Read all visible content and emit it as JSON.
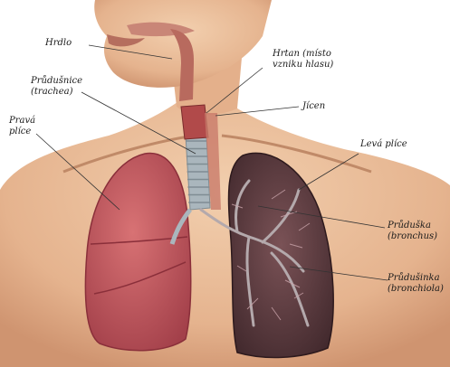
{
  "labels": {
    "hrdlo": "Hrdlo",
    "hrtan_1": "Hrtan (místo",
    "hrtan_2": "vzniku hlasu)",
    "trachea_1": "Průdušnice",
    "trachea_2": "(trachea)",
    "jicen": "Jícen",
    "prava_1": "Pravá",
    "prava_2": "plíce",
    "leva": "Levá plíce",
    "bronchus_1": "Průduška",
    "bronchus_2": "(bronchus)",
    "bronchiola_1": "Průdušinka",
    "bronchiola_2": "(bronchiola)"
  },
  "colors": {
    "skin": "#ecc19d",
    "skin_shadow": "#d69c78",
    "lung_right": "#c4585a",
    "lung_left": "#5a3a3e",
    "trachea": "#a9b7be",
    "airway": "#b05a50",
    "leader": "#333333"
  }
}
